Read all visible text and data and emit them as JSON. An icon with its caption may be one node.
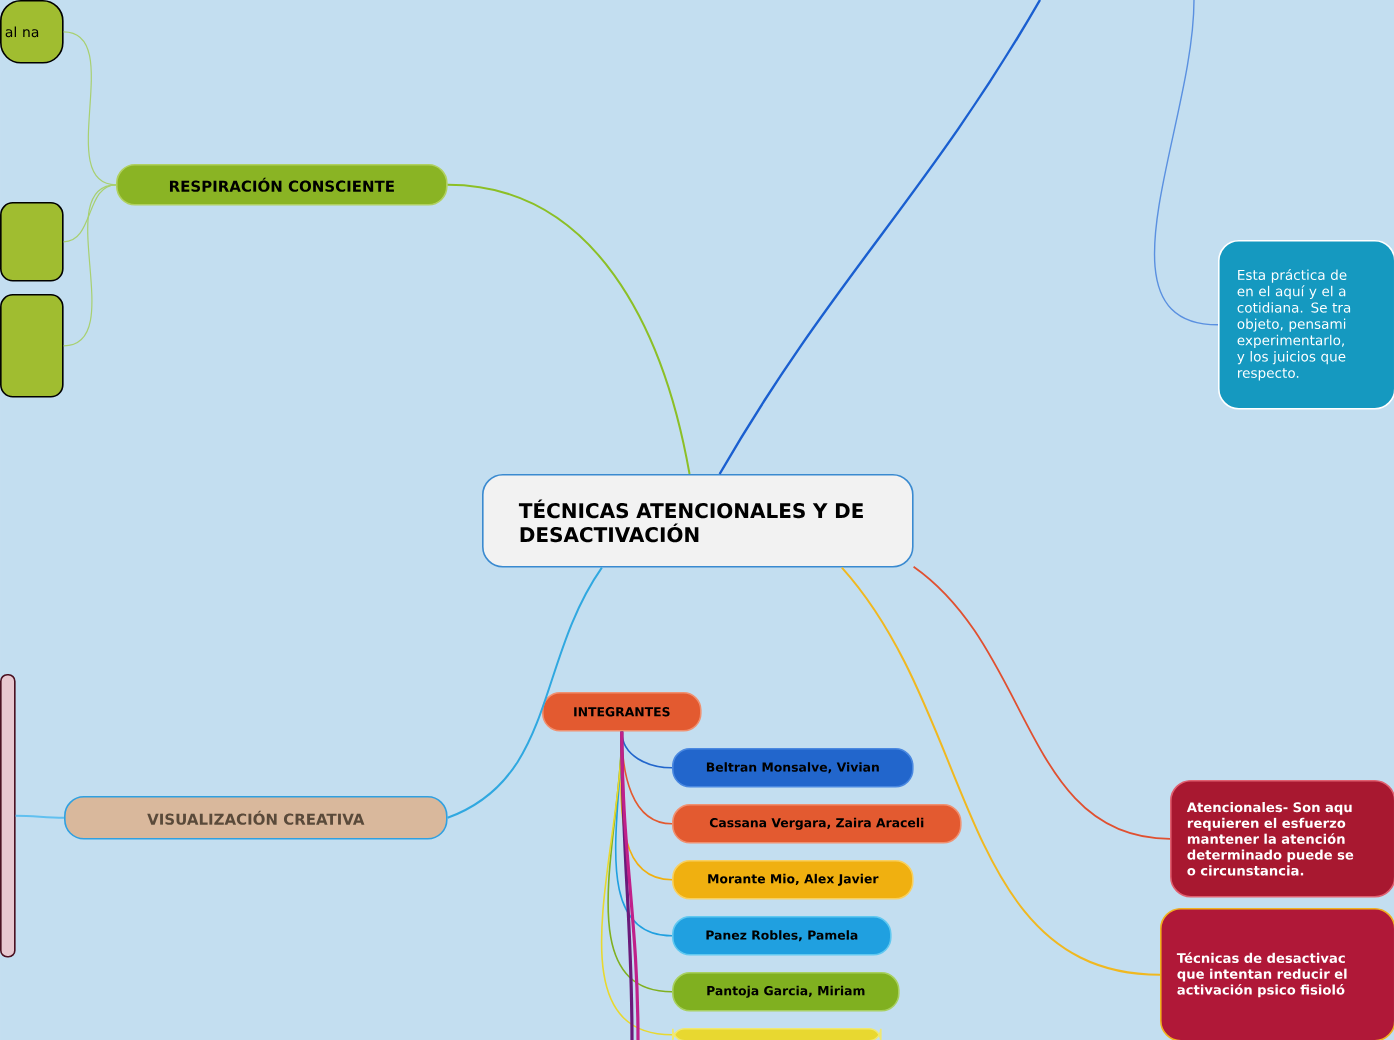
{
  "diagram": {
    "nodes": [
      {
        "text": [
          "TÉCNICAS ATENCIONALES Y DE DESACTIVACIÓN"
        ]
      },
      {
        "text": [
          "RESPIRACIÓN CONSCIENTE"
        ]
      },
      {
        "text": [
          "al na"
        ]
      },
      {
        "text": [],
        "shape": "box"
      },
      {
        "text": [],
        "shape": "box"
      },
      {
        "text": [
          "VISUALIZACIÓN CREATIVA"
        ]
      },
      {
        "text": [],
        "shape": "box"
      },
      {
        "text": [
          "Esta práctica de en el aquí y el a cotidiana. Se tra objeto, pensami experimentarlo, y los juicios que respecto."
        ]
      },
      {
        "text": [
          "Atencionales- Son aqu requieren el esfuerzo mantener la atención determinado puede se o circunstancia."
        ]
      },
      {
        "text": [
          "Técnicas de desactivac que intentan reducir el activación psico fisioló"
        ]
      },
      {
        "text": [
          "INTEGRANTES"
        ]
      },
      {
        "text": [
          "Beltran Monsalve, Vivian"
        ]
      },
      {
        "text": [
          "Cassana Vergara, Zaira Araceli"
        ]
      },
      {
        "text": [
          "Morante Mio, Alex Javier"
        ]
      },
      {
        "text": [
          "Panez Robles, Pamela"
        ]
      },
      {
        "text": [
          "Pantoja Garcia, Miriam"
        ]
      },
      {
        "text": [],
        "shape": "box"
      }
    ],
    "edges": [
      {
        "from": 0,
        "to": 1,
        "arrow": "none",
        "color": "#8cbf26"
      },
      {
        "from": 1,
        "to": 2,
        "arrow": "none",
        "color": "#a8d070"
      },
      {
        "from": 1,
        "to": 3,
        "arrow": "none",
        "color": "#a8d070"
      },
      {
        "from": 1,
        "to": 4,
        "arrow": "none",
        "color": "#a8d070"
      },
      {
        "from": 0,
        "to": 5,
        "arrow": "none",
        "color": "#30a8e0"
      },
      {
        "from": 5,
        "to": 6,
        "arrow": "none",
        "color": "#60c0f0"
      },
      {
        "from": 0,
        "to": null,
        "arrow": "none",
        "color": "#1a5fd0"
      },
      {
        "from": null,
        "to": 7,
        "arrow": "none",
        "color": "#5a90e0"
      },
      {
        "from": 0,
        "to": 8,
        "arrow": "none",
        "color": "#e05030"
      },
      {
        "from": 0,
        "to": 9,
        "arrow": "none",
        "color": "#f0b820"
      },
      {
        "from": 10,
        "to": 11,
        "arrow": "none",
        "color": "#2266cc"
      },
      {
        "from": 10,
        "to": 12,
        "arrow": "none",
        "color": "#e35a30"
      },
      {
        "from": 10,
        "to": 13,
        "arrow": "none",
        "color": "#f0b010"
      },
      {
        "from": 10,
        "to": 14,
        "arrow": "none",
        "color": "#20a0e0"
      },
      {
        "from": 10,
        "to": 15,
        "arrow": "none",
        "color": "#80b020"
      },
      {
        "from": 10,
        "to": 16,
        "arrow": "none",
        "color": "#e8d830"
      },
      {
        "from": 10,
        "to": null,
        "arrow": "none",
        "color": "#6a1a7a"
      },
      {
        "from": 10,
        "to": null,
        "arrow": "none",
        "color": "#c0208a"
      }
    ]
  }
}
